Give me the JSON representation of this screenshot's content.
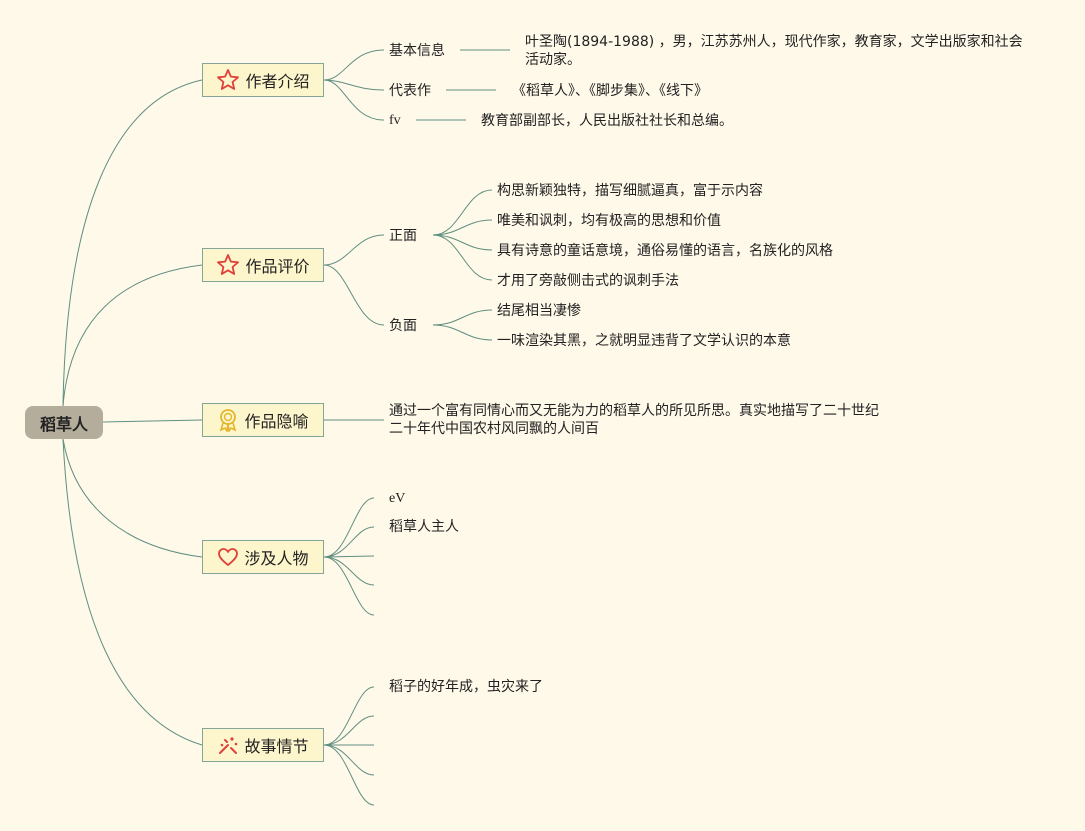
{
  "root": {
    "label": "稻草人"
  },
  "topics": [
    {
      "label": "作者介绍",
      "icon": "star-icon"
    },
    {
      "label": "作品评价",
      "icon": "star-icon"
    },
    {
      "label": "作品隐喻",
      "icon": "medal-icon"
    },
    {
      "label": "涉及人物",
      "icon": "heart-icon"
    },
    {
      "label": "故事情节",
      "icon": "sparkle-icon"
    }
  ],
  "author": {
    "basic_label": "基本信息",
    "basic_text": "叶圣陶(1894-1988) ，男，江苏苏州人，现代作家，教育家，文学出版家和社会活动家。",
    "works_label": "代表作",
    "works_text": "《稻草人》、《脚步集》、《线下》",
    "fv_label": "fv",
    "fv_text": "教育部副部长，人民出版社社长和总编。"
  },
  "review": {
    "positive_label": "正面",
    "positive_items": [
      "构思新颖独特，描写细腻逼真，富于示内容",
      "唯美和讽刺，均有极高的思想和价值",
      "具有诗意的童话意境，通俗易懂的语言，名族化的风格",
      "才用了旁敲侧击式的讽刺手法"
    ],
    "negative_label": "负面",
    "negative_items": [
      "结尾相当凄惨",
      "一味渲染其黑，之就明显违背了文学认识的本意"
    ]
  },
  "metaphor": {
    "text": "通过一个富有同情心而又无能为力的稻草人的所见所思。真实地描写了二十世纪二十年代中国农村风同飘的人间百"
  },
  "characters": {
    "items": [
      "eV",
      "稻草人主人"
    ]
  },
  "plot": {
    "items": [
      "稻子的好年成，虫灾来了"
    ]
  },
  "colors": {
    "background": "#fff9ea",
    "root_fill": "#b5ad9b",
    "topic_fill": "#fdf6cc",
    "line": "#5f8f80",
    "icon_red": "#e0403a",
    "icon_gold": "#e4b52c"
  }
}
